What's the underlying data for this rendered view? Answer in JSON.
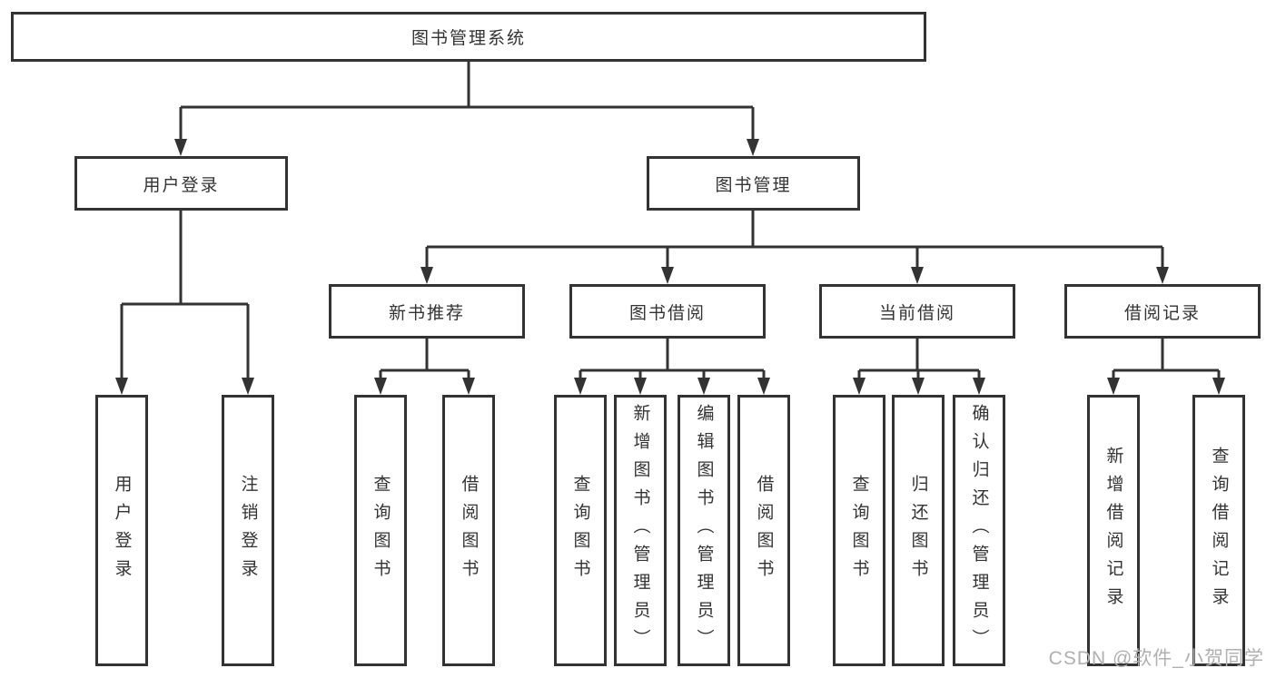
{
  "nodes": {
    "root": {
      "label": "图书管理系统"
    },
    "user_login": {
      "label": "用户登录"
    },
    "book_mgmt": {
      "label": "图书管理"
    },
    "new_book_rec": {
      "label": "新书推荐"
    },
    "book_borrow": {
      "label": "图书借阅"
    },
    "current_borrow": {
      "label": "当前借阅"
    },
    "borrow_records": {
      "label": "借阅记录"
    },
    "leaf_user_login": {
      "label": "用户登录"
    },
    "leaf_logout": {
      "label": "注销登录"
    },
    "rec_query_books": {
      "label": "查询图书"
    },
    "rec_borrow_books": {
      "label": "借阅图书"
    },
    "bb_query_books": {
      "label": "查询图书"
    },
    "bb_add_books": {
      "label": "新增图书（管理员）"
    },
    "bb_edit_books": {
      "label": "编辑图书（管理员）"
    },
    "bb_borrow_books": {
      "label": "借阅图书"
    },
    "cb_query_books": {
      "label": "查询图书"
    },
    "cb_return_books": {
      "label": "归还图书"
    },
    "cb_confirm_return": {
      "label": "确认归还（管理员）"
    },
    "br_add_record": {
      "label": "新增借阅记录"
    },
    "br_query_record": {
      "label": "查询借阅记录"
    }
  },
  "structure": [
    {
      "parent": "root",
      "children": [
        "user_login",
        "book_mgmt"
      ]
    },
    {
      "parent": "user_login",
      "children": [
        "leaf_user_login",
        "leaf_logout"
      ]
    },
    {
      "parent": "book_mgmt",
      "children": [
        "new_book_rec",
        "book_borrow",
        "current_borrow",
        "borrow_records"
      ]
    },
    {
      "parent": "new_book_rec",
      "children": [
        "rec_query_books",
        "rec_borrow_books"
      ]
    },
    {
      "parent": "book_borrow",
      "children": [
        "bb_query_books",
        "bb_add_books",
        "bb_edit_books",
        "bb_borrow_books"
      ]
    },
    {
      "parent": "current_borrow",
      "children": [
        "cb_query_books",
        "cb_return_books",
        "cb_confirm_return"
      ]
    },
    {
      "parent": "borrow_records",
      "children": [
        "br_add_record",
        "br_query_record"
      ]
    }
  ],
  "watermark": {
    "text": "CSDN @软件_小贺同学"
  },
  "colors": {
    "line": "#333333",
    "text": "#333333",
    "box_bg": "#ffffff",
    "watermark": "#b0b0b0"
  }
}
